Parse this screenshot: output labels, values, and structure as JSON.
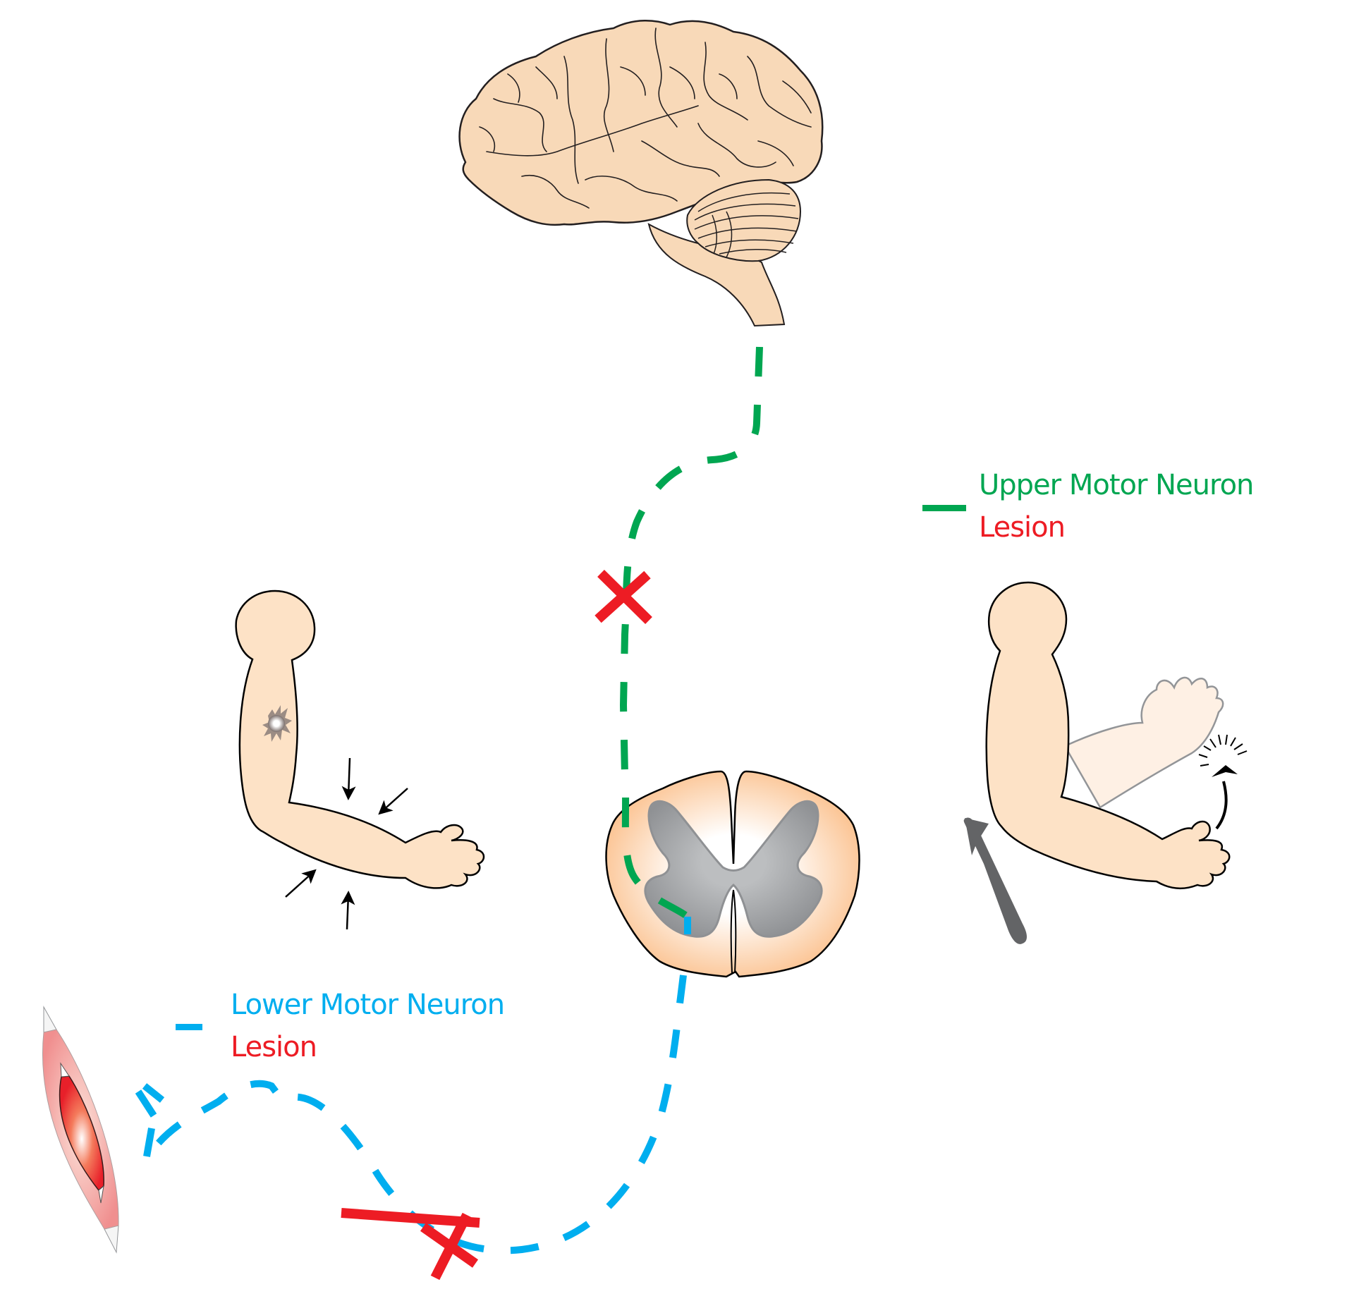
{
  "figure": {
    "title": "Upper vs Lower Motor Neuron Lesion pathways",
    "colors": {
      "upper_motor_neuron": "#00A651",
      "lower_motor_neuron": "#00AEEF",
      "lesion": "#ED1C24",
      "skin": "#FDE2C6",
      "brain": "#F8D9B8",
      "grey_matter": "#A7A9AC",
      "reflex_hammer": "#636466"
    }
  },
  "legend": {
    "upper": {
      "line1": "Upper Motor Neuron",
      "line2": "Lesion"
    },
    "lower": {
      "line1": "Lower Motor Neuron",
      "line2": "Lesion"
    }
  },
  "components": [
    {
      "id": "brain",
      "label": "brain with cerebellum and brainstem"
    },
    {
      "id": "spinal-cord",
      "label": "spinal cord cross-section"
    },
    {
      "id": "lmn-arm",
      "label": "atrophied arm with fasciculation arrows"
    },
    {
      "id": "umn-arm",
      "label": "hyperreflexic arm with reflex hammer"
    },
    {
      "id": "muscle",
      "label": "skeletal muscle"
    }
  ],
  "lesion_markers": [
    {
      "pathway": "upper",
      "symbol": "✕"
    },
    {
      "pathway": "lower",
      "symbol": "✕"
    }
  ]
}
